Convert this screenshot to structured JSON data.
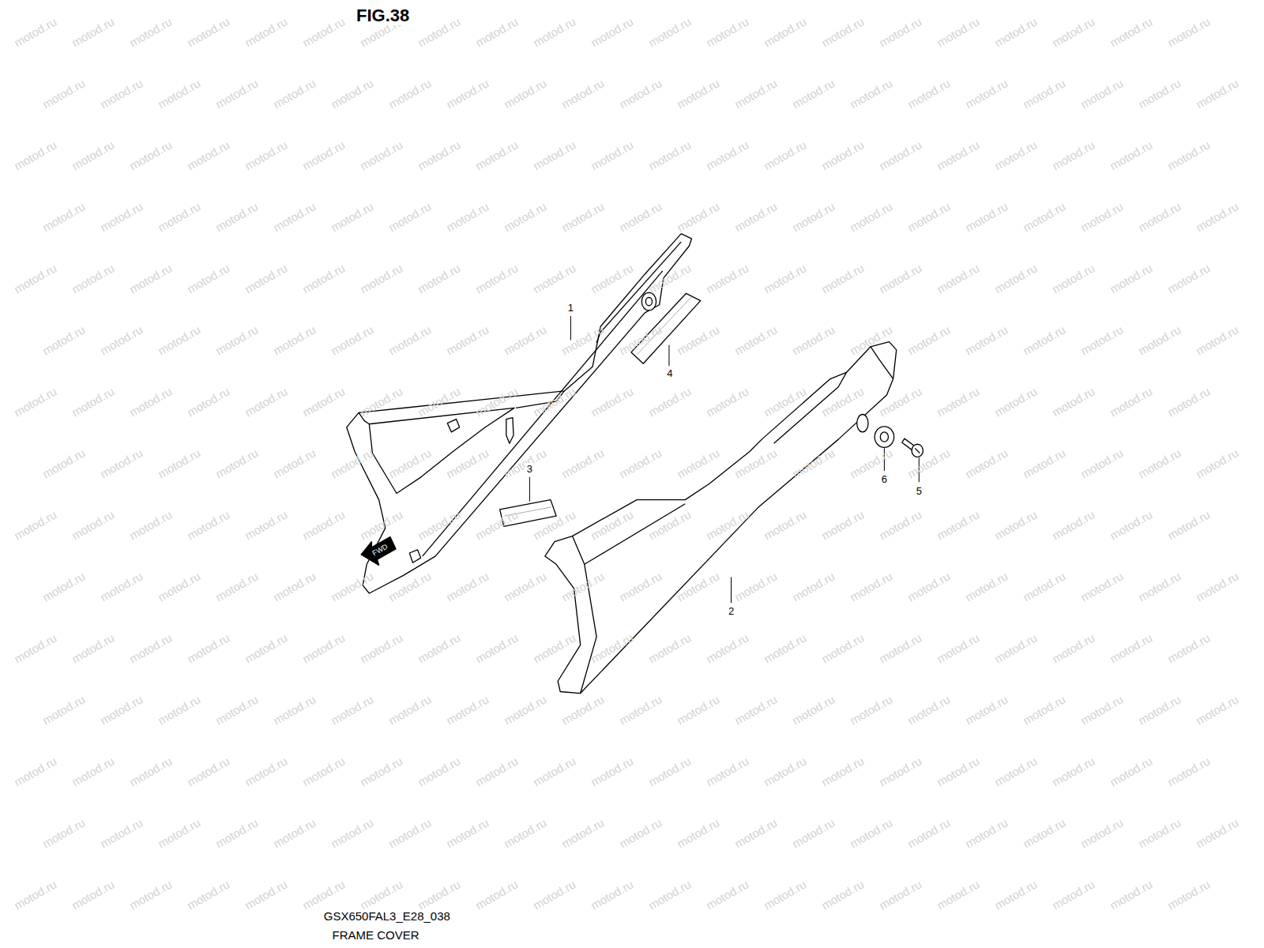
{
  "diagram": {
    "title": "FIG.38",
    "caption": "FRAME COVER",
    "labels": [
      "1",
      "4",
      "3",
      "6",
      "5",
      "2",
      "FWD",
      "GSX650FAL3_E28_038",
      "motod.ru",
      "motod.ru",
      "motod.ru",
      "motod.ru",
      "motod.ru",
      "motod.ru",
      "motod.ru",
      "motod.ru",
      "motod.ru",
      "motod.ru",
      "motod.ru",
      "motod.ru",
      "motod.ru",
      "motod.ru",
      "motod.ru",
      "motod.ru",
      "motod.ru",
      "motod.ru",
      "motod.ru",
      "motod.ru",
      "motod.ru",
      "motod.ru",
      "motod.ru",
      "motod.ru",
      "motod.ru",
      "motod.ru",
      "motod.ru",
      "motod.ru",
      "motod.ru",
      "motod.ru",
      "motod.ru",
      "motod.ru",
      "motod.ru",
      "motod.ru",
      "motod.ru",
      "motod.ru",
      "motod.ru",
      "motod.ru",
      "motod.ru",
      "motod.ru",
      "motod.ru",
      "motod.ru",
      "motod.ru",
      "motod.ru",
      "motod.ru",
      "motod.ru",
      "motod.ru",
      "motod.ru",
      "motod.ru",
      "motod.ru",
      "motod.ru",
      "motod.ru",
      "motod.ru",
      "motod.ru",
      "motod.ru",
      "motod.ru",
      "motod.ru",
      "motod.ru",
      "motod.ru",
      "motod.ru",
      "motod.ru",
      "motod.ru",
      "motod.ru",
      "motod.ru",
      "motod.ru",
      "motod.ru",
      "motod.ru",
      "motod.ru",
      "motod.ru",
      "motod.ru",
      "motod.ru",
      "motod.ru",
      "motod.ru",
      "motod.ru",
      "motod.ru",
      "motod.ru",
      "motod.ru",
      "motod.ru",
      "motod.ru",
      "motod.ru",
      "motod.ru",
      "motod.ru",
      "motod.ru",
      "motod.ru",
      "motod.ru",
      "motod.ru",
      "motod.ru",
      "motod.ru",
      "motod.ru",
      "motod.ru",
      "motod.ru",
      "motod.ru",
      "motod.ru",
      "motod.ru",
      "motod.ru",
      "motod.ru",
      "motod.ru",
      "motod.ru",
      "motod.ru",
      "motod.ru",
      "motod.ru",
      "motod.ru",
      "motod.ru",
      "motod.ru",
      "motod.ru",
      "motod.ru",
      "motod.ru",
      "motod.ru",
      "motod.ru",
      "motod.ru",
      "motod.ru",
      "motod.ru",
      "motod.ru",
      "motod.ru",
      "motod.ru",
      "motod.ru",
      "motod.ru",
      "motod.ru",
      "motod.ru",
      "motod.ru",
      "motod.ru",
      "motod.ru",
      "motod.ru",
      "motod.ru",
      "motod.ru",
      "motod.ru",
      "motod.ru",
      "motod.ru",
      "motod.ru",
      "motod.ru",
      "motod.ru",
      "motod.ru",
      "motod.ru",
      "motod.ru",
      "motod.ru",
      "motod.ru",
      "motod.ru",
      "motod.ru",
      "motod.ru",
      "motod.ru",
      "motod.ru",
      "motod.ru",
      "motod.ru",
      "motod.ru",
      "motod.ru",
      "motod.ru",
      "motod.ru",
      "motod.ru",
      "motod.ru",
      "motod.ru",
      "motod.ru",
      "motod.ru",
      "motod.ru",
      "motod.ru",
      "motod.ru",
      "motod.ru",
      "motod.ru",
      "motod.ru",
      "motod.ru",
      "motod.ru",
      "motod.ru",
      "motod.ru",
      "motod.ru",
      "motod.ru",
      "motod.ru",
      "motod.ru",
      "motod.ru",
      "motod.ru",
      "motod.ru",
      "motod.ru",
      "motod.ru",
      "motod.ru",
      "motod.ru",
      "motod.ru",
      "motod.ru",
      "motod.ru",
      "motod.ru",
      "motod.ru",
      "motod.ru",
      "motod.ru",
      "motod.ru",
      "motod.ru",
      "motod.ru",
      "motod.ru",
      "motod.ru",
      "motod.ru",
      "motod.ru",
      "motod.ru",
      "motod.ru",
      "motod.ru",
      "motod.ru",
      "motod.ru",
      "motod.ru",
      "motod.ru",
      "motod.ru",
      "motod.ru",
      "motod.ru",
      "motod.ru",
      "motod.ru",
      "motod.ru",
      "motod.ru",
      "motod.ru",
      "motod.ru",
      "motod.ru",
      "motod.ru",
      "motod.ru",
      "motod.ru",
      "motod.ru",
      "motod.ru",
      "motod.ru",
      "motod.ru",
      "motod.ru",
      "motod.ru",
      "motod.ru",
      "motod.ru",
      "motod.ru",
      "motod.ru",
      "motod.ru",
      "motod.ru",
      "motod.ru",
      "motod.ru",
      "motod.ru",
      "motod.ru",
      "motod.ru",
      "motod.ru",
      "motod.ru",
      "motod.ru",
      "motod.ru",
      "motod.ru",
      "motod.ru",
      "motod.ru",
      "motod.ru",
      "motod.ru",
      "motod.ru",
      "motod.ru",
      "motod.ru",
      "motod.ru",
      "motod.ru",
      "motod.ru",
      "motod.ru",
      "motod.ru",
      "motod.ru",
      "motod.ru",
      "motod.ru",
      "motod.ru",
      "motod.ru",
      "motod.ru",
      "motod.ru",
      "motod.ru",
      "motod.ru",
      "motod.ru",
      "motod.ru",
      "motod.ru",
      "motod.ru",
      "motod.ru",
      "motod.ru",
      "motod.ru",
      "motod.ru",
      "motod.ru",
      "motod.ru",
      "motod.ru",
      "motod.ru",
      "motod.ru",
      "motod.ru",
      "motod.ru",
      "motod.ru",
      "motod.ru",
      "motod.ru",
      "motod.ru",
      "motod.ru",
      "motod.ru",
      "motod.ru",
      "motod.ru",
      "motod.ru",
      "motod.ru",
      "motod.ru",
      "motod.ru",
      "motod.ru",
      "motod.ru",
      "motod.ru",
      "motod.ru",
      "motod.ru",
      "motod.ru",
      "motod.ru",
      "motod.ru",
      "motod.ru",
      "motod.ru",
      "motod.ru",
      "motod.ru",
      "motod.ru",
      "motod.ru",
      "motod.ru",
      "motod.ru",
      "motod.ru",
      "motod.ru",
      "motod.ru",
      "motod.ru",
      "motod.ru",
      "motod.ru",
      "motod.ru",
      "motod.ru",
      "motod.ru",
      "motod.ru",
      "motod.ru",
      "motod.ru",
      "motod.ru",
      "motod.ru",
      "motod.ru",
      "motod.ru",
      "motod.ru",
      "motod.ru",
      "motod.ru",
      "motod.ru",
      "motod.ru",
      "motod.ru"
    ]
  }
}
